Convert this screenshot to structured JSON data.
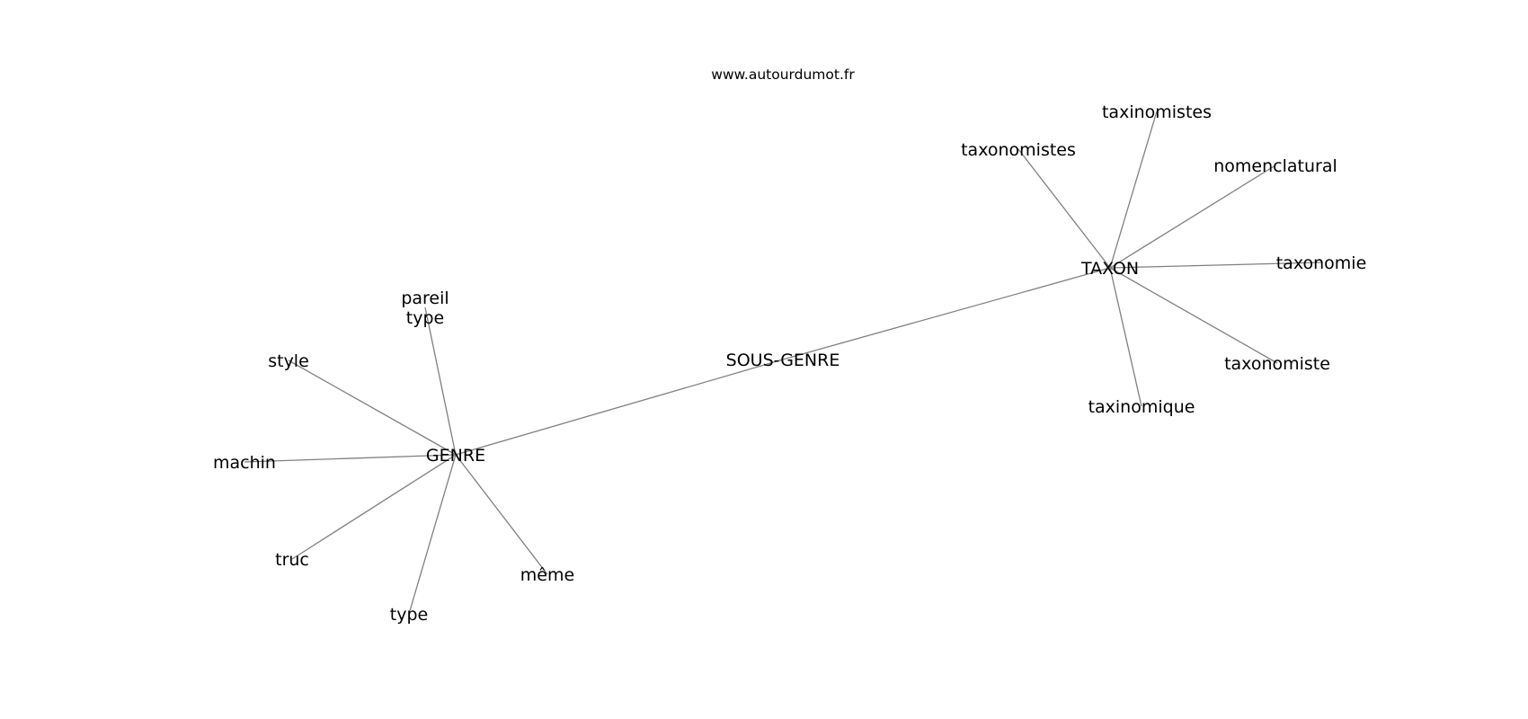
{
  "source": "www.autourdumot.fr",
  "nodes": [
    {
      "id": "SOUS-GENRE",
      "label": "SOUS-GENRE"
    },
    {
      "id": "TAXON",
      "label": "TAXON"
    },
    {
      "id": "GENRE",
      "label": "GENRE"
    },
    {
      "id": "taxinomistes",
      "label": "taxinomistes"
    },
    {
      "id": "taxonomistes",
      "label": "taxonomistes"
    },
    {
      "id": "nomenclatural",
      "label": "nomenclatural"
    },
    {
      "id": "taxonomie",
      "label": "taxonomie"
    },
    {
      "id": "taxonomiste",
      "label": "taxonomiste"
    },
    {
      "id": "taxinomique",
      "label": "taxinomique"
    },
    {
      "id": "pareil-type",
      "label": "pareil\ntype"
    },
    {
      "id": "style",
      "label": "style"
    },
    {
      "id": "machin",
      "label": "machin"
    },
    {
      "id": "truc",
      "label": "truc"
    },
    {
      "id": "type",
      "label": "type"
    },
    {
      "id": "meme",
      "label": "même"
    }
  ],
  "edges": [
    [
      "SOUS-GENRE",
      "TAXON"
    ],
    [
      "SOUS-GENRE",
      "GENRE"
    ],
    [
      "TAXON",
      "taxinomistes"
    ],
    [
      "TAXON",
      "taxonomistes"
    ],
    [
      "TAXON",
      "nomenclatural"
    ],
    [
      "TAXON",
      "taxonomie"
    ],
    [
      "TAXON",
      "taxonomiste"
    ],
    [
      "TAXON",
      "taxinomique"
    ],
    [
      "GENRE",
      "pareil-type"
    ],
    [
      "GENRE",
      "style"
    ],
    [
      "GENRE",
      "machin"
    ],
    [
      "GENRE",
      "truc"
    ],
    [
      "GENRE",
      "type"
    ],
    [
      "GENRE",
      "meme"
    ]
  ]
}
